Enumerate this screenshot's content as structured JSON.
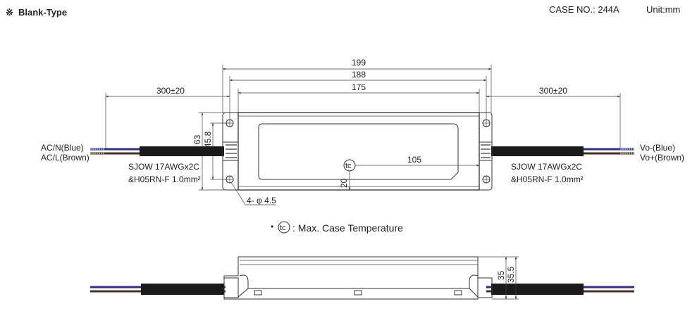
{
  "header": {
    "title_mark": "※",
    "title": "Blank-Type",
    "case_no": "CASE NO.: 244A",
    "unit": "Unit:mm"
  },
  "dimensions": {
    "overall_length": "199",
    "hole_pitch": "188",
    "body_length": "175",
    "cable_left": "300±20",
    "cable_right": "300±20",
    "height": "63",
    "hole_spacing": "45.8",
    "tc_x": "105",
    "tc_y": "20",
    "holes": "4- φ 4.5",
    "side_height": "35",
    "side_height_total": "35.5"
  },
  "input": {
    "wire1": "AC/N(Blue)",
    "wire2": "AC/L(Brown)",
    "cable_spec1": "SJOW 17AWGx2C",
    "cable_spec2": "&H05RN-F 1.0mm²"
  },
  "output": {
    "wire1": "Vo-(Blue)",
    "wire2": "Vo+(Brown)",
    "cable_spec1": "SJOW 17AWGx2C",
    "cable_spec2": "&H05RN-F 1.0mm²"
  },
  "tc_symbol": "tc",
  "note": {
    "bullet": "•",
    "text": ": Max. Case Temperature"
  },
  "colors": {
    "blue_wire": "#2b2f8f",
    "brown_wire": "#4a3020",
    "cable": "#1a1a1a"
  }
}
